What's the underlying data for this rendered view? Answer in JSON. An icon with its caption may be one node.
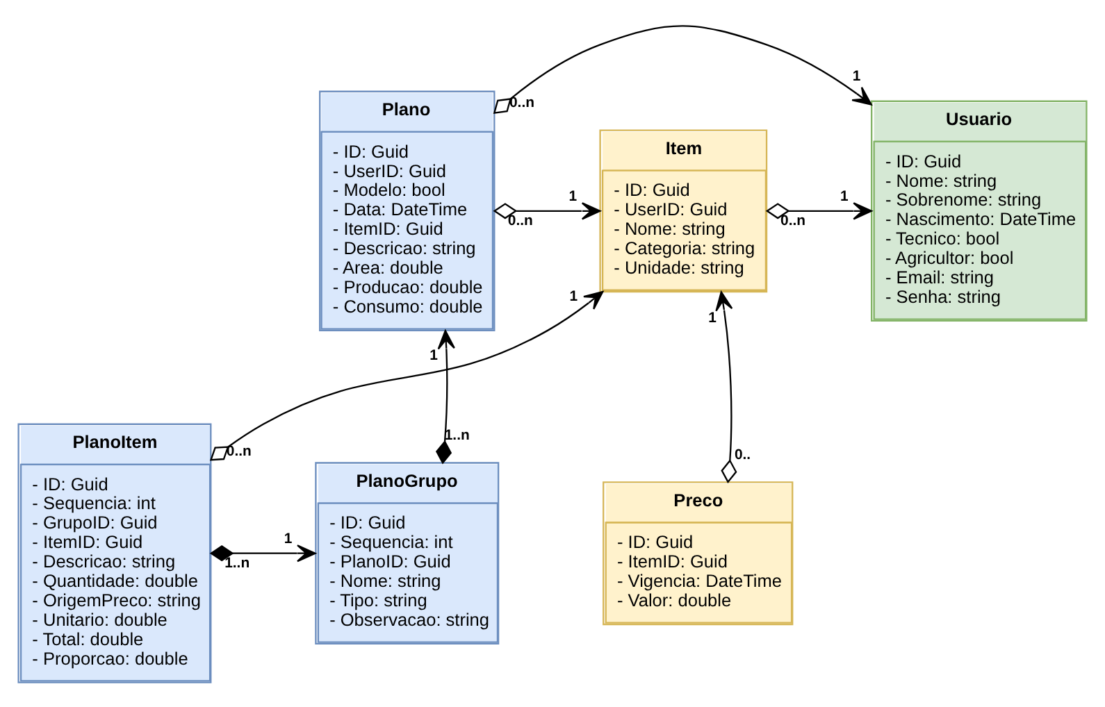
{
  "diagram": {
    "nodes": [
      {
        "text": [
          "Plano",
          "- ID: Guid",
          "- UserID: Guid",
          "- Modelo: bool",
          "- Data: DateTime",
          "- ItemID: Guid",
          "- Descricao: string",
          "- Area: double",
          "- Producao: double",
          "- Consumo: double"
        ]
      },
      {
        "text": [
          "Usuario",
          "- ID: Guid",
          "- Nome: string",
          "- Sobrenome: string",
          "- Nascimento: DateTime",
          "- Tecnico: bool",
          "- Agricultor: bool",
          "- Email: string",
          "- Senha: string"
        ]
      },
      {
        "text": [
          "Item",
          "- ID: Guid",
          "- UserID: Guid",
          "- Nome: string",
          "- Categoria: string",
          "- Unidade: string"
        ]
      },
      {
        "text": [
          "PlanoItem",
          "- ID: Guid",
          "- Sequencia: int",
          "- GrupoID: Guid",
          "- ItemID: Guid",
          "- Descricao: string",
          "- Quantidade: double",
          "- OrigemPreco: string",
          "- Unitario: double",
          "- Total: double",
          "- Proporcao: double"
        ]
      },
      {
        "text": [
          "Preco",
          "- ID: Guid",
          "- ItemID: Guid",
          "- Vigencia: DateTime",
          "- Valor: double"
        ]
      },
      {
        "text": [
          "PlanoGrupo",
          "- ID: Guid",
          "- Sequencia: int",
          "- PlanoID: Guid",
          "- Nome: string",
          "- Tipo: string",
          "- Observacao: string"
        ]
      }
    ],
    "edges": [
      {
        "from": 0,
        "to": 1,
        "arrow": "to"
      },
      {
        "from": 2,
        "to": 1,
        "arrow": "to"
      },
      {
        "from": 0,
        "to": 2,
        "arrow": "to"
      },
      {
        "from": 3,
        "to": 2,
        "arrow": "to"
      },
      {
        "from": 4,
        "to": 2,
        "arrow": "to"
      },
      {
        "from": 5,
        "to": 0,
        "arrow": "to"
      },
      {
        "from": 3,
        "to": 5,
        "arrow": "to"
      }
    ],
    "labels": [
      "0..n",
      "1",
      "0..n",
      "1",
      "0..n",
      "1",
      "0..n",
      "1",
      "0..",
      "1",
      "1..n",
      "1",
      "1..n",
      "1"
    ]
  }
}
